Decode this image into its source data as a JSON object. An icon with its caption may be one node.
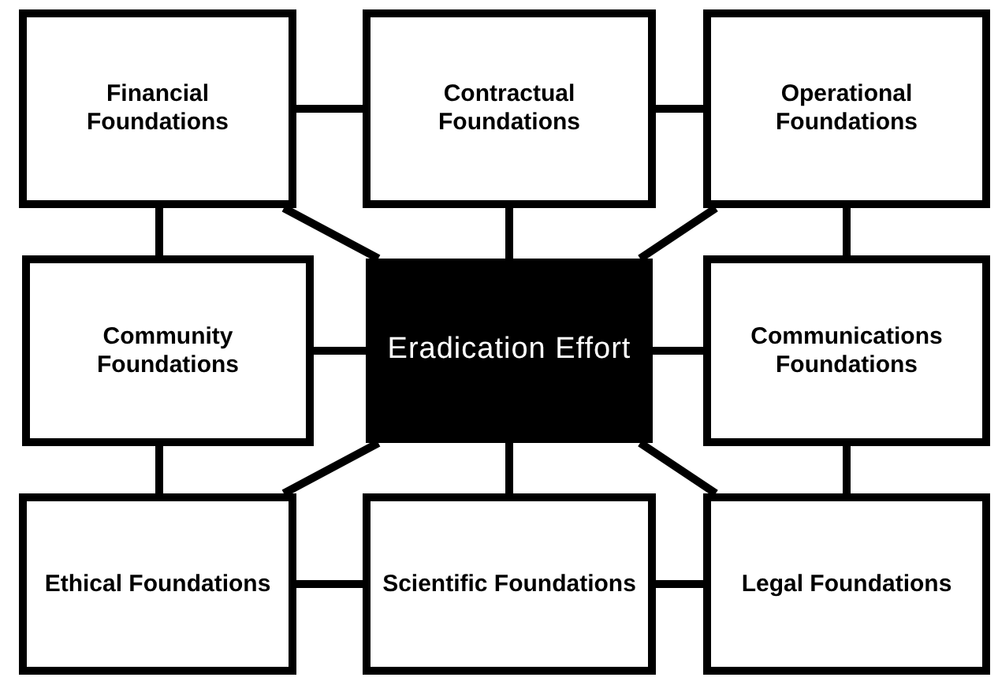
{
  "diagram": {
    "nodes": [
      {
        "text": [
          "Financial Foundations"
        ]
      },
      {
        "text": [
          "Contractual Foundations"
        ]
      },
      {
        "text": [
          "Operational Foundations"
        ]
      },
      {
        "text": [
          "Community Foundations"
        ]
      },
      {
        "text": [
          "Eradication Effort"
        ]
      },
      {
        "text": [
          "Communications Foundations"
        ]
      },
      {
        "text": [
          "Ethical Foundations"
        ]
      },
      {
        "text": [
          "Scientific Foundations"
        ]
      },
      {
        "text": [
          "Legal Foundations"
        ]
      }
    ],
    "edges": [
      {
        "from": 0,
        "to": 1,
        "arrow": "none"
      },
      {
        "from": 1,
        "to": 2,
        "arrow": "none"
      },
      {
        "from": 0,
        "to": 3,
        "arrow": "none"
      },
      {
        "from": 2,
        "to": 5,
        "arrow": "none"
      },
      {
        "from": 3,
        "to": 6,
        "arrow": "none"
      },
      {
        "from": 5,
        "to": 8,
        "arrow": "none"
      },
      {
        "from": 6,
        "to": 7,
        "arrow": "none"
      },
      {
        "from": 7,
        "to": 8,
        "arrow": "none"
      },
      {
        "from": 4,
        "to": 0,
        "arrow": "none"
      },
      {
        "from": 4,
        "to": 1,
        "arrow": "none"
      },
      {
        "from": 4,
        "to": 2,
        "arrow": "none"
      },
      {
        "from": 4,
        "to": 3,
        "arrow": "none"
      },
      {
        "from": 4,
        "to": 5,
        "arrow": "none"
      },
      {
        "from": 4,
        "to": 6,
        "arrow": "none"
      },
      {
        "from": 4,
        "to": 7,
        "arrow": "none"
      },
      {
        "from": 4,
        "to": 8,
        "arrow": "none"
      }
    ]
  }
}
